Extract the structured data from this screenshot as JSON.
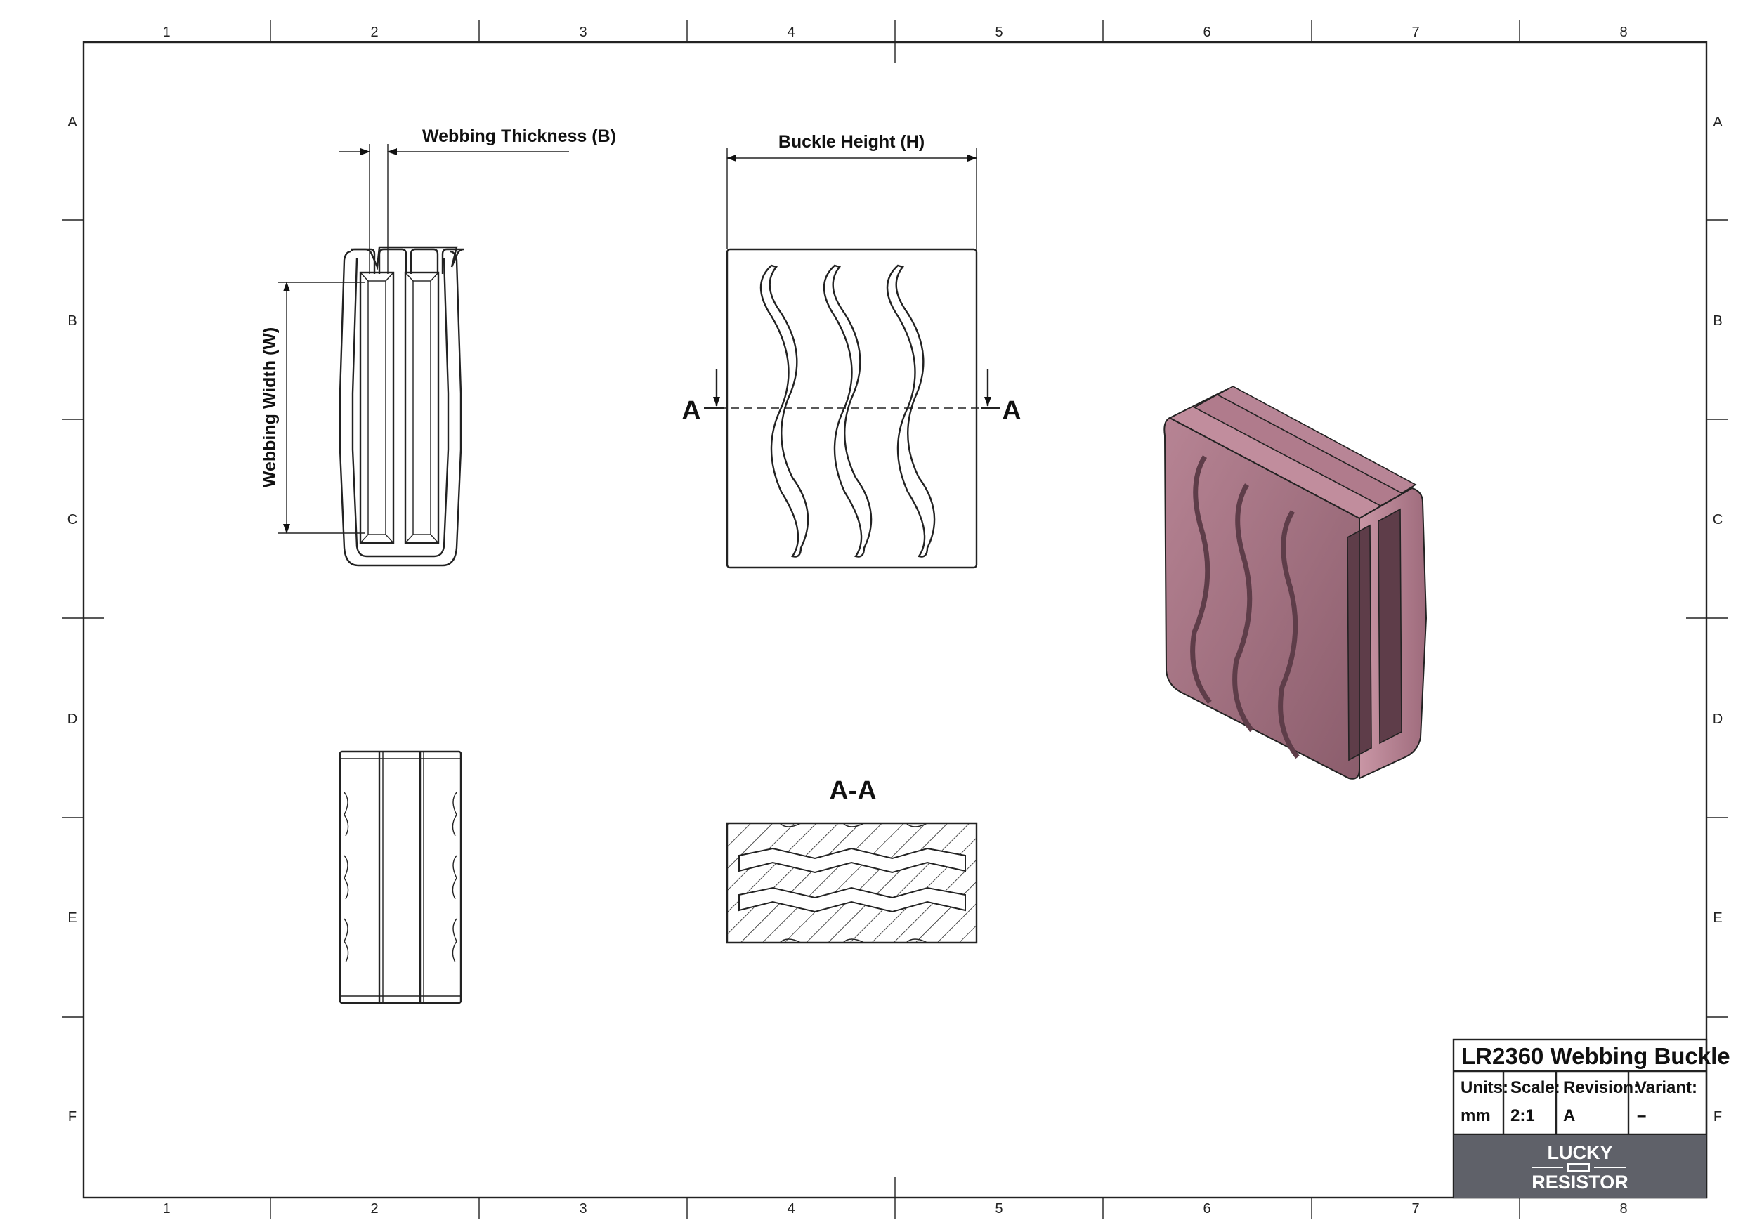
{
  "sheet": {
    "columns": [
      "1",
      "2",
      "3",
      "4",
      "5",
      "6",
      "7",
      "8"
    ],
    "rows": [
      "A",
      "B",
      "C",
      "D",
      "E",
      "F"
    ]
  },
  "dimensions": {
    "thickness": "Webbing Thickness (B)",
    "height": "Buckle Height (H)",
    "width": "Webbing Width (W)"
  },
  "section": {
    "marker": "A",
    "view_label": "A-A"
  },
  "title_block": {
    "title": "LR2360 Webbing Buckle",
    "units_label": "Units:",
    "units_value": "mm",
    "scale_label": "Scale:",
    "scale_value": "2:1",
    "revision_label": "Revision:",
    "revision_value": "A",
    "variant_label": "Variant:",
    "variant_value": "–"
  },
  "logo": {
    "line1": "LUCKY",
    "line2": "RESISTOR",
    "bg_color": "#5f6169"
  },
  "part_color": "#a06d7e"
}
